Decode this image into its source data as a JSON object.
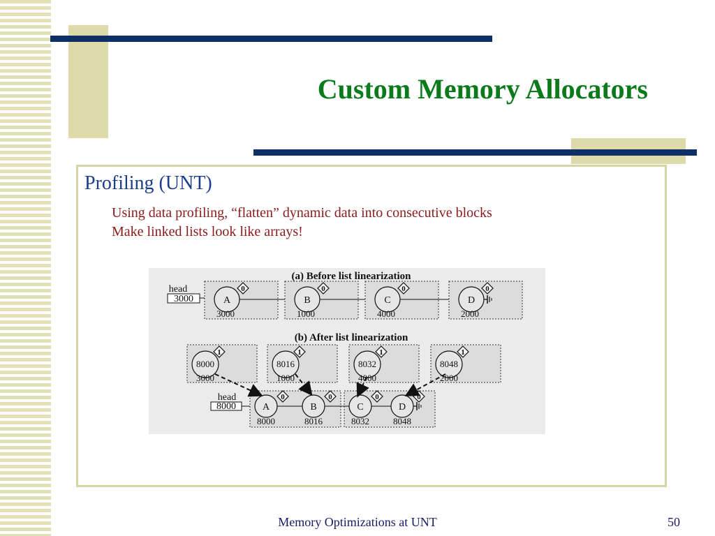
{
  "slide": {
    "title": "Custom Memory Allocators",
    "heading": "Profiling (UNT)",
    "bullets": [
      "Using data profiling, “flatten” dynamic data into consecutive blocks",
      "Make linked lists look like arrays!"
    ],
    "footer": "Memory Optimizations at UNT",
    "page_number": "50"
  },
  "figure": {
    "caption_a": "(a) Before list linearization",
    "caption_b": "(b) After list linearization",
    "head_label": "head",
    "before": {
      "head_value": "3000",
      "nodes": [
        {
          "name": "A",
          "addr": "3000",
          "flag": "0"
        },
        {
          "name": "B",
          "addr": "1000",
          "flag": "0"
        },
        {
          "name": "C",
          "addr": "4000",
          "flag": "0"
        },
        {
          "name": "D",
          "addr": "2000",
          "flag": "0"
        }
      ]
    },
    "forward": [
      {
        "value": "8000",
        "addr": "3000",
        "flag": "1"
      },
      {
        "value": "8016",
        "addr": "1000",
        "flag": "1"
      },
      {
        "value": "8032",
        "addr": "4000",
        "flag": "1"
      },
      {
        "value": "8048",
        "addr": "2000",
        "flag": "1"
      }
    ],
    "after": {
      "head_value": "8000",
      "nodes": [
        {
          "name": "A",
          "addr": "8000",
          "flag": "0"
        },
        {
          "name": "B",
          "addr": "8016",
          "flag": "0"
        },
        {
          "name": "C",
          "addr": "8032",
          "flag": "0"
        },
        {
          "name": "D",
          "addr": "8048",
          "flag": "0"
        }
      ]
    }
  }
}
